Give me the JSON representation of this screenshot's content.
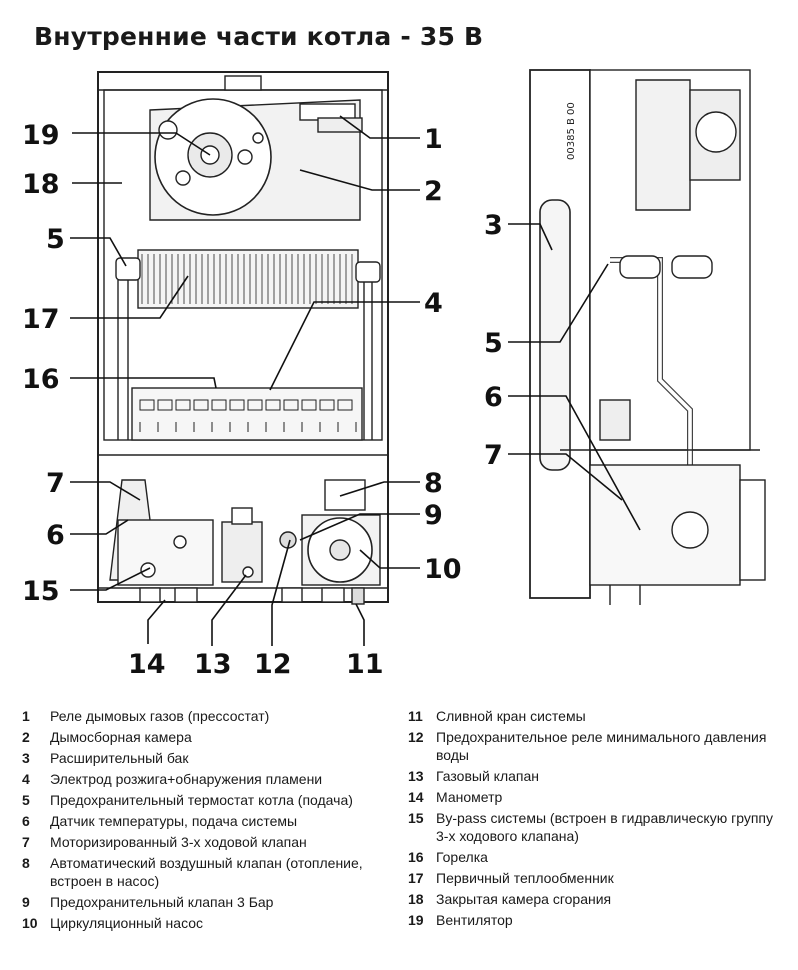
{
  "title": "Внутренние части котла - 35 В",
  "side_code": "00385 B 00",
  "callouts": [
    "1",
    "2",
    "3",
    "4",
    "5",
    "6",
    "7",
    "8",
    "9",
    "10",
    "11",
    "12",
    "13",
    "14",
    "15",
    "16",
    "17",
    "18",
    "19"
  ],
  "legend_left": [
    {
      "num": "1",
      "text": "Реле дымовых газов (прессостат)"
    },
    {
      "num": "2",
      "text": "Дымосборная камера"
    },
    {
      "num": "3",
      "text": "Расширительный бак"
    },
    {
      "num": "4",
      "text": "Электрод розжига+обнаружения пламени"
    },
    {
      "num": "5",
      "text": "Предохранительный термостат котла (подача)"
    },
    {
      "num": "6",
      "text": "Датчик температуры, подача системы"
    },
    {
      "num": "7",
      "text": "Моторизированный 3-х ходовой клапан"
    },
    {
      "num": "8",
      "text": "Автоматический воздушный клапан (отопление, встроен в насос)"
    },
    {
      "num": "9",
      "text": "Предохранительный клапан 3 Бар"
    },
    {
      "num": "10",
      "text": "Циркуляционный насос"
    }
  ],
  "legend_right": [
    {
      "num": "11",
      "text": "Сливной кран системы"
    },
    {
      "num": "12",
      "text": "Предохранительное реле минимального давления воды"
    },
    {
      "num": "13",
      "text": "Газовый клапан"
    },
    {
      "num": "14",
      "text": "Манометр"
    },
    {
      "num": "15",
      "text": "By-pass системы (встроен в гидравлическую группу 3-х ходового клапана)"
    },
    {
      "num": "16",
      "text": "Горелка"
    },
    {
      "num": "17",
      "text": "Первичный теплообменник"
    },
    {
      "num": "18",
      "text": "Закрытая камера сгорания"
    },
    {
      "num": "19",
      "text": "Вентилятор"
    }
  ]
}
